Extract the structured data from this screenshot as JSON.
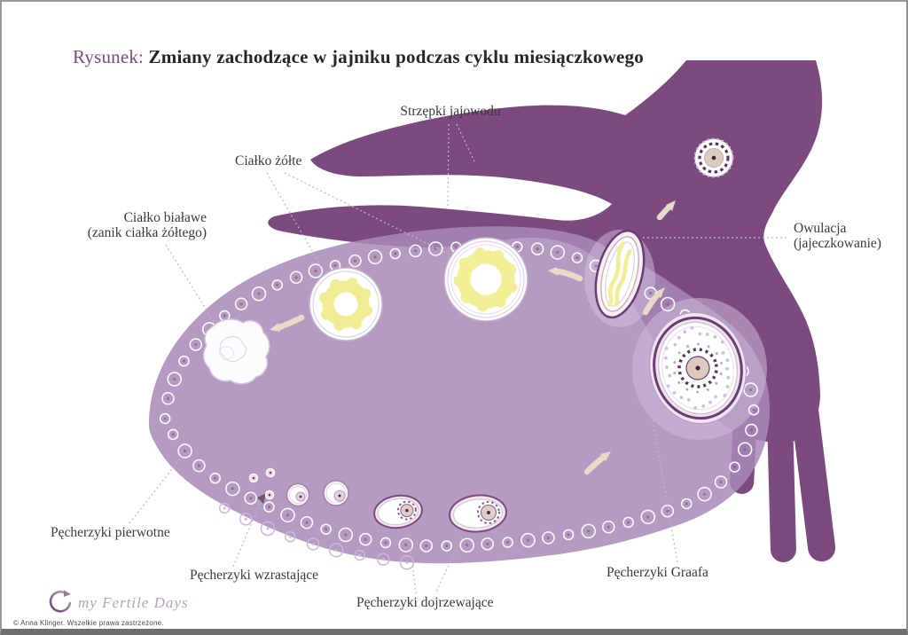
{
  "title": {
    "prefix": "Rysunek:",
    "main": " Zmiany zachodzące w jajniku podczas cyklu miesiączkowego"
  },
  "labels": {
    "fimbriae": "Strzępki jajowodu",
    "corpus_luteum": "Ciałko żółte",
    "corpus_albicans_line1": "Ciałko białawe",
    "corpus_albicans_line2": "(zanik ciałka żółtego)",
    "ovulation_line1": "Owulacja",
    "ovulation_line2": "(jajeczkowanie)",
    "primordial_follicles": "Pęcherzyki pierwotne",
    "growing_follicles": "Pęcherzyki wzrastające",
    "maturing_follicles": "Pęcherzyki dojrzewające",
    "graafian_follicles": "Pęcherzyki Graafa"
  },
  "footer": {
    "logo_text": "my Fertile Days",
    "copyright": "© Anna Klinger. Wszelkie prawa zastrzeżone."
  },
  "colors": {
    "tube": "#7c4a7e",
    "ovary": "#b49bc1",
    "title_accent": "#7b4a7e",
    "corpus_luteum_yellow": "#f2ef96",
    "cycle_arrow": "#e6dac9"
  }
}
